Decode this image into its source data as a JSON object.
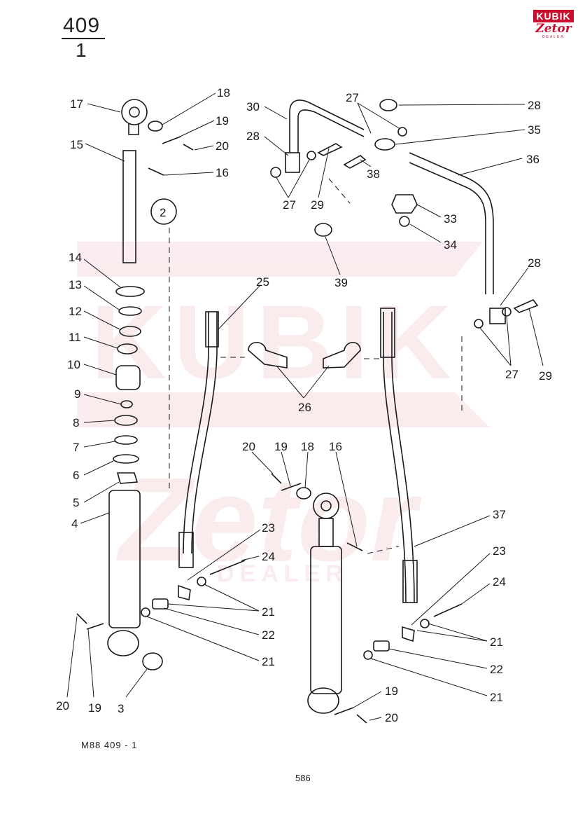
{
  "header": {
    "sheet_number": "409",
    "sheet_sub": "1"
  },
  "logo": {
    "brand": "KUBIK",
    "maker": "Zetor",
    "tag": "DEALER"
  },
  "watermark": {
    "brand": "KUBIK",
    "maker": "Zetor",
    "tag": "DEALER"
  },
  "footer": {
    "drawing_code": "M88  409 - 1",
    "page_number": "586"
  },
  "detail_marker": "2",
  "callouts": {
    "c17": "17",
    "c18": "18",
    "c19a": "19",
    "c20a": "20",
    "c15": "15",
    "c16a": "16",
    "c14": "14",
    "c13": "13",
    "c12": "12",
    "c11": "11",
    "c10": "10",
    "c9": "9",
    "c8": "8",
    "c7": "7",
    "c6": "6",
    "c5": "5",
    "c4": "4",
    "c3": "3",
    "c20b": "20",
    "c19b": "19",
    "c21a": "21",
    "c22a": "22",
    "c21b": "21",
    "c23a": "23",
    "c24a": "24",
    "c25": "25",
    "c26": "26",
    "c30": "30",
    "c28a": "28",
    "c27a": "27",
    "c29a": "29",
    "c27b": "27",
    "c38": "38",
    "c28b": "28",
    "c35": "35",
    "c36": "36",
    "c33": "33",
    "c34": "34",
    "c39": "39",
    "c28c": "28",
    "c27c": "27",
    "c29b": "29",
    "c20c": "20",
    "c19c": "19",
    "c18b": "18",
    "c16b": "16",
    "c37": "37",
    "c23b": "23",
    "c24b": "24",
    "c21c": "21",
    "c22b": "22",
    "c21d": "21",
    "c19d": "19",
    "c20d": "20"
  },
  "colors": {
    "line": "#1a1a1a",
    "watermark": "#c8102e"
  }
}
